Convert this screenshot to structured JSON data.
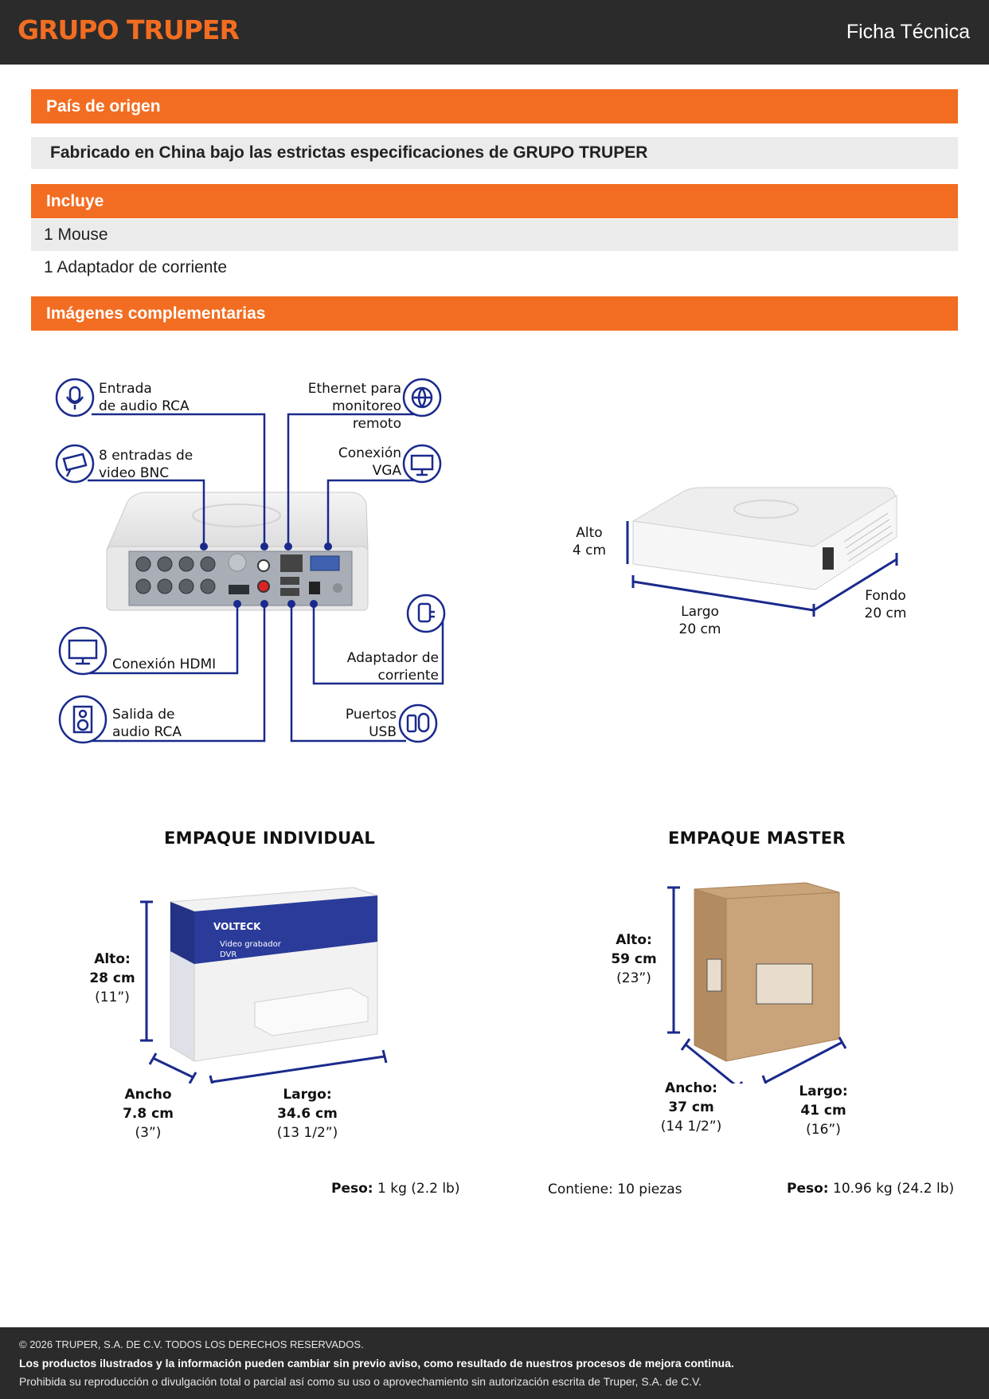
{
  "header": {
    "logo": "GRUPO TRUPER",
    "doc_type": "Ficha Técnica"
  },
  "origin": {
    "title": "País de origen",
    "text": "Fabricado en China bajo las estrictas especificaciones de GRUPO TRUPER"
  },
  "includes": {
    "title": "Incluye",
    "items": [
      "1 Mouse",
      "1 Adaptador de corriente"
    ]
  },
  "images": {
    "title": "Imágenes complementarias",
    "callouts": {
      "audio_in": "Entrada\nde audio RCA",
      "ethernet": "Ethernet para\nmonitoreo remoto",
      "bnc": "8 entradas de\nvideo BNC",
      "vga": "Conexión\nVGA",
      "hdmi": "Conexión HDMI",
      "power": "Adaptador de\ncorriente",
      "audio_out": "Salida de\naudio RCA",
      "usb": "Puertos\nUSB"
    },
    "device_dims": {
      "alto": "Alto\n4 cm",
      "largo": "Largo\n20 cm",
      "fondo": "Fondo\n20 cm"
    },
    "brand_mark": "VOLTECK"
  },
  "packaging": {
    "individual": {
      "title": "EMPAQUE INDIVIDUAL",
      "alto_label": "Alto:",
      "alto_value": "28 cm",
      "alto_in": "(11”)",
      "ancho_label": "Ancho",
      "ancho_value": "7.8 cm",
      "ancho_in": "(3”)",
      "largo_label": "Largo:",
      "largo_value": "34.6 cm",
      "largo_in": "(13 1/2”)",
      "peso_label": "Peso:",
      "peso_value": "1 kg (2.2 lb)",
      "box_brand": "VOLTECK",
      "box_product": "Video grabador",
      "box_type": "DVR"
    },
    "master": {
      "title": "EMPAQUE MASTER",
      "alto_label": "Alto:",
      "alto_value": "59 cm",
      "alto_in": "(23”)",
      "ancho_label": "Ancho:",
      "ancho_value": "37 cm",
      "ancho_in": "(14 1/2”)",
      "largo_label": "Largo:",
      "largo_value": "41 cm",
      "largo_in": "(16”)",
      "contiene": "Contiene: 10 piezas",
      "peso_label": "Peso:",
      "peso_value": "10.96 kg (24.2 lb)"
    }
  },
  "footer": {
    "copyright": "© 2026 TRUPER, S.A. DE C.V. TODOS LOS DERECHOS RESERVADOS.",
    "notice": "Los productos ilustrados y la información pueden cambiar sin previo aviso, como resultado de nuestros procesos de mejora continua.",
    "prohibition": "Prohibida su reproducción o divulgación total o parcial así como su uso o aprovechamiento sin autorización escrita de Truper, S.A. de C.V."
  },
  "colors": {
    "brand_orange": "#f26d21",
    "header_dark": "#2b2b2b",
    "callout_blue": "#1a2a8c"
  }
}
